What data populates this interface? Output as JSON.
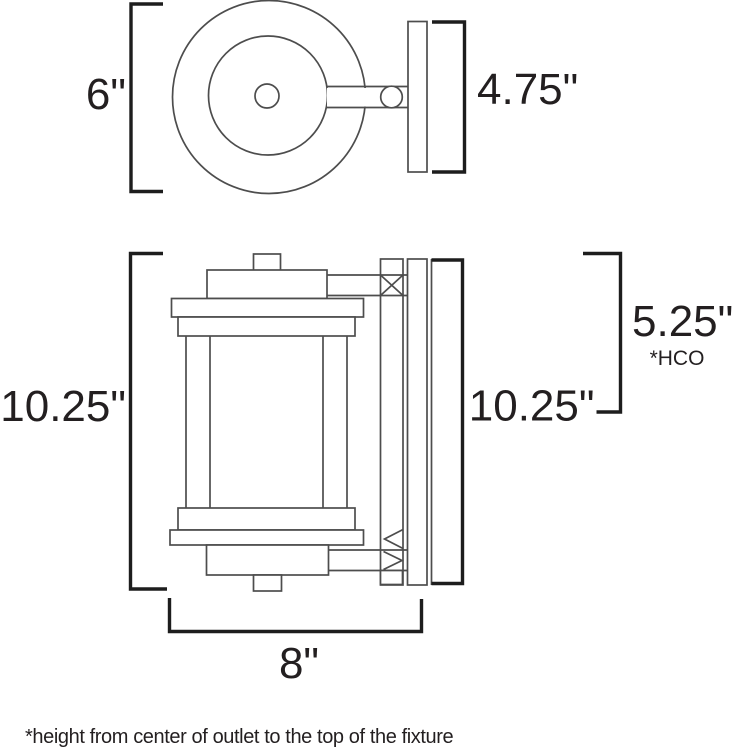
{
  "top_view": {
    "diameter_label": "6\"",
    "depth_label": "4.75\""
  },
  "front_view": {
    "height_label_left": "10.25\"",
    "height_label_right": "10.25\"",
    "hco_label": "5.25\"",
    "hco_abbr": "*HCO",
    "width_label": "8\""
  },
  "footnote": "*height from center of outlet to the top of the fixture",
  "colors": {
    "background": "#ffffff",
    "outline": "#4d4d4d",
    "dimension": "#1d1d1d",
    "text": "#231f20"
  }
}
